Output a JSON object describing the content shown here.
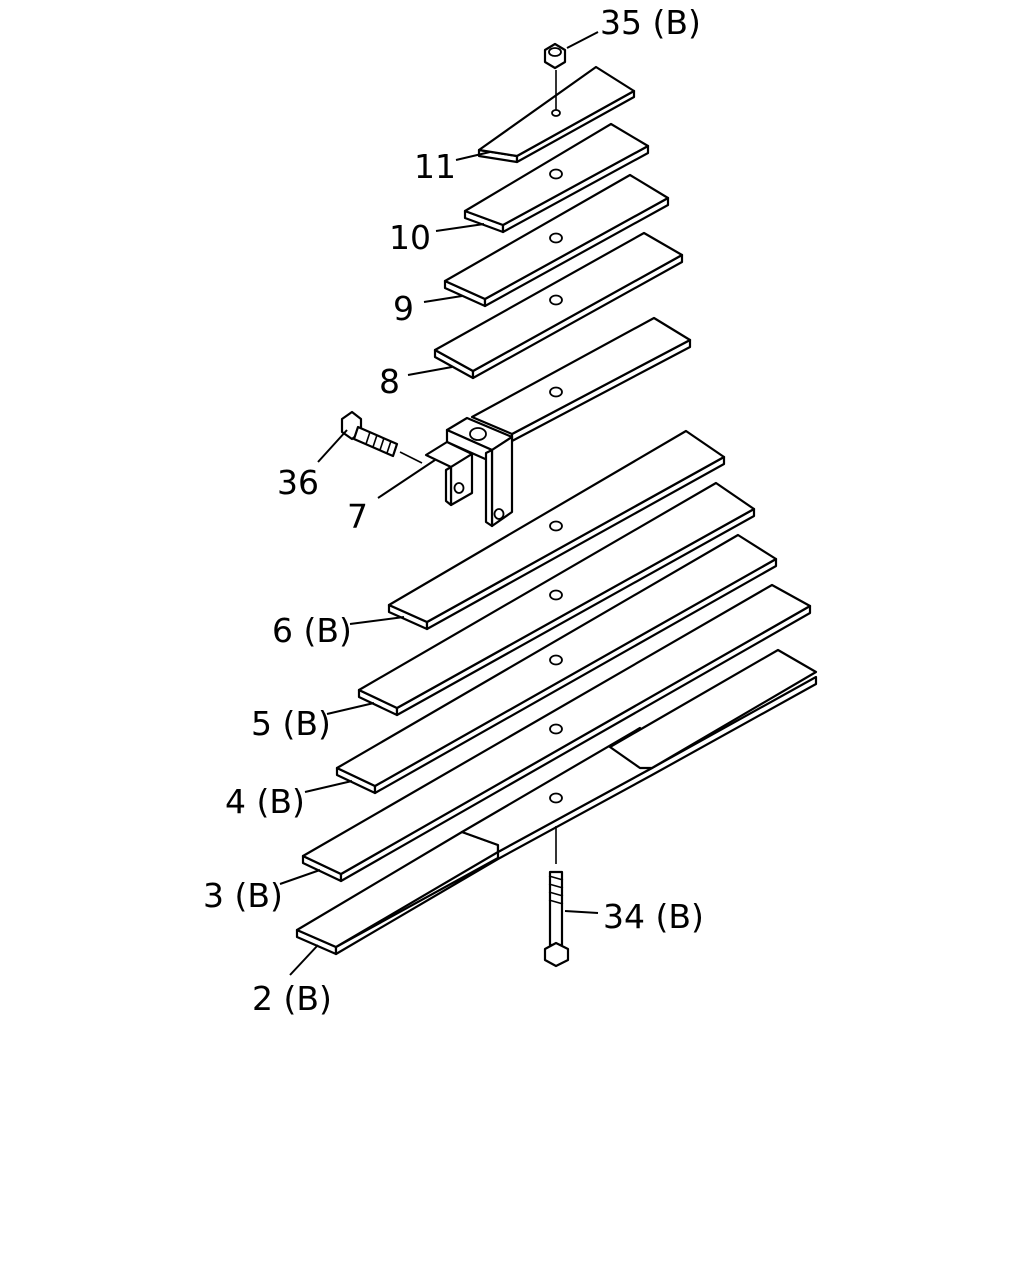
{
  "diagram": {
    "callouts": {
      "p35": "35 (B)",
      "p11": "11",
      "p10": "10",
      "p9": "9",
      "p8": "8",
      "p36": "36",
      "p7": "7",
      "p6": "6 (B)",
      "p5": "5 (B)",
      "p4": "4 (B)",
      "p3": "3 (B)",
      "p2": "2 (B)",
      "p34": "34 (B)"
    }
  }
}
